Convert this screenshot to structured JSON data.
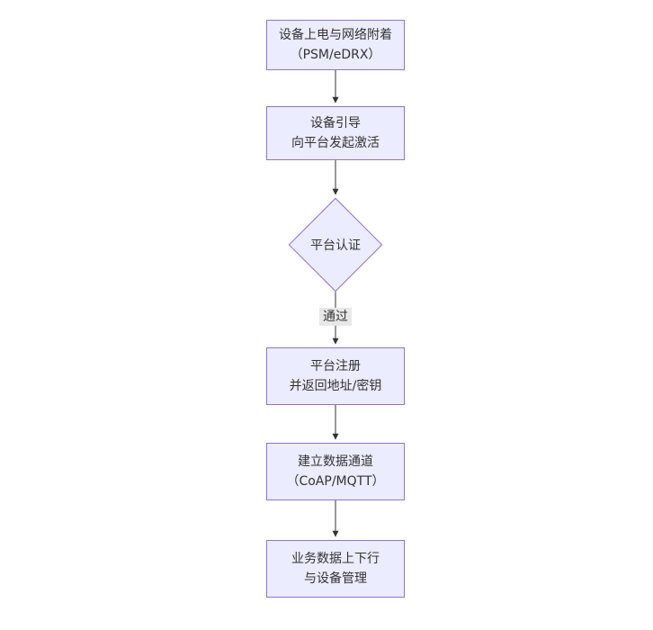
{
  "diagram": {
    "type": "flowchart",
    "nodes": {
      "power_on": {
        "shape": "rect",
        "line1": "设备上电与网络附着",
        "line2": "（PSM/eDRX）"
      },
      "bootstrap": {
        "shape": "rect",
        "line1": "设备引导",
        "line2": "向平台发起激活"
      },
      "auth": {
        "shape": "diamond",
        "label": "平台认证"
      },
      "register": {
        "shape": "rect",
        "line1": "平台注册",
        "line2": "并返回地址/密钥"
      },
      "channel": {
        "shape": "rect",
        "line1": "建立数据通道",
        "line2": "（CoAP/MQTT）"
      },
      "business": {
        "shape": "rect",
        "line1": "业务数据上下行",
        "line2": "与设备管理"
      }
    },
    "edges": [
      {
        "from": "power_on",
        "to": "bootstrap",
        "label": ""
      },
      {
        "from": "bootstrap",
        "to": "auth",
        "label": ""
      },
      {
        "from": "auth",
        "to": "register",
        "label": "通过"
      },
      {
        "from": "register",
        "to": "channel",
        "label": ""
      },
      {
        "from": "channel",
        "to": "business",
        "label": ""
      }
    ],
    "colors": {
      "node_fill": "#ECECFF",
      "node_border": "#9370DB",
      "text": "#333333",
      "edge": "#333333",
      "edge_label_bg": "#e8e8e8"
    }
  }
}
